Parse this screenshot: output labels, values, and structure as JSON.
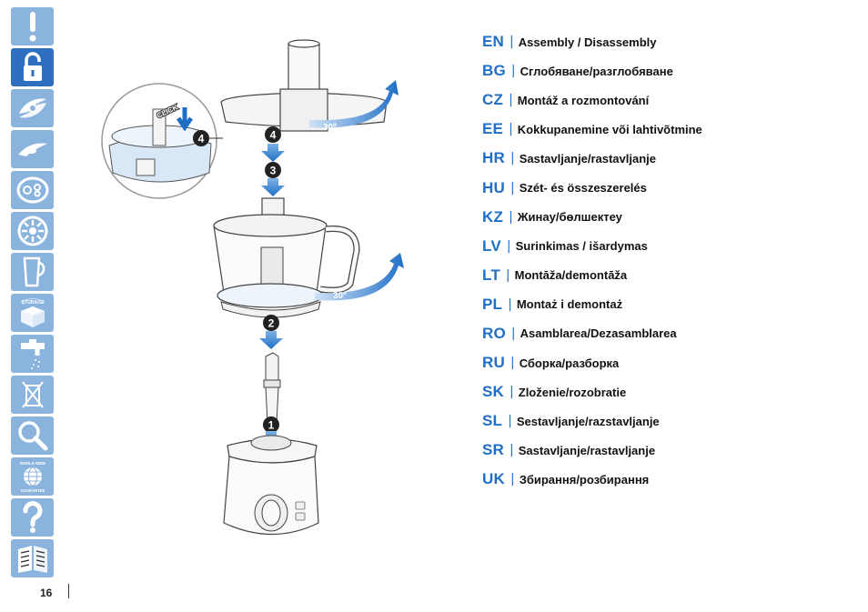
{
  "page": {
    "number": "16"
  },
  "sidebar": {
    "icons": [
      {
        "name": "warning-icon"
      },
      {
        "name": "lock-icon",
        "active": true
      },
      {
        "name": "blade-icon"
      },
      {
        "name": "kneading-tool-icon"
      },
      {
        "name": "emulsifying-disc-icon"
      },
      {
        "name": "slicing-disc-icon"
      },
      {
        "name": "jug-icon"
      },
      {
        "name": "storage-box-icon",
        "label": "STORAGE"
      },
      {
        "name": "tap-cleaning-icon"
      },
      {
        "name": "disposal-bin-icon"
      },
      {
        "name": "magnifier-icon"
      },
      {
        "name": "globe-guarantee-icon",
        "label_top": "WORLD-WIDE",
        "label_bottom": "GUARANTEE"
      },
      {
        "name": "question-icon"
      },
      {
        "name": "manual-book-icon"
      }
    ]
  },
  "illustration": {
    "click_label": "CLICK",
    "angle_top": "30º",
    "angle_bowl": "30º",
    "steps": [
      "1",
      "2",
      "3",
      "4",
      "4"
    ]
  },
  "languages": [
    {
      "code": "EN",
      "title": "Assembly / Disassembly"
    },
    {
      "code": "BG",
      "title": "Сглобяване/разглобяване"
    },
    {
      "code": "CZ",
      "title": "Montáž a rozmontování"
    },
    {
      "code": "EE",
      "title": "Kokkupanemine või lahtivõtmine"
    },
    {
      "code": "HR",
      "title": "Sastavljanje/rastavljanje"
    },
    {
      "code": "HU",
      "title": "Szét- és összeszerelés"
    },
    {
      "code": "KZ",
      "title": "Жинау/бөлшектеу"
    },
    {
      "code": "LV",
      "title": "Surinkimas / išardymas"
    },
    {
      "code": "LT",
      "title": "Montāža/demontāža"
    },
    {
      "code": "PL",
      "title": "Montaż i demontaż"
    },
    {
      "code": "RO",
      "title": "Asamblarea/Dezasamblarea"
    },
    {
      "code": "RU",
      "title": "Сборка/разборка"
    },
    {
      "code": "SK",
      "title": "Zloženie/rozobratie"
    },
    {
      "code": "SL",
      "title": "Sestavljanje/razstavljanje"
    },
    {
      "code": "SR",
      "title": "Sastavljanje/rastavljanje"
    },
    {
      "code": "UK",
      "title": "Збирання/розбирання"
    }
  ],
  "separator": "|",
  "colors": {
    "accent": "#1f6fc7",
    "tile": "#8ab3de",
    "tile_active": "#2f6fc0"
  }
}
